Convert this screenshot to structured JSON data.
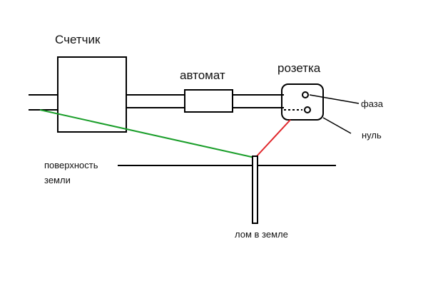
{
  "labels": {
    "meter": "Счетчик",
    "breaker": "автомат",
    "socket": "розетка",
    "phase": "фаза",
    "neutral": "нуль",
    "ground_surface_line1": "поверхность",
    "ground_surface_line2": "земли",
    "rod": "лом в земле"
  },
  "colors": {
    "wire": "#000000",
    "green_wire": "#1a9e2a",
    "red_wire": "#e0262b",
    "background": "#ffffff"
  }
}
